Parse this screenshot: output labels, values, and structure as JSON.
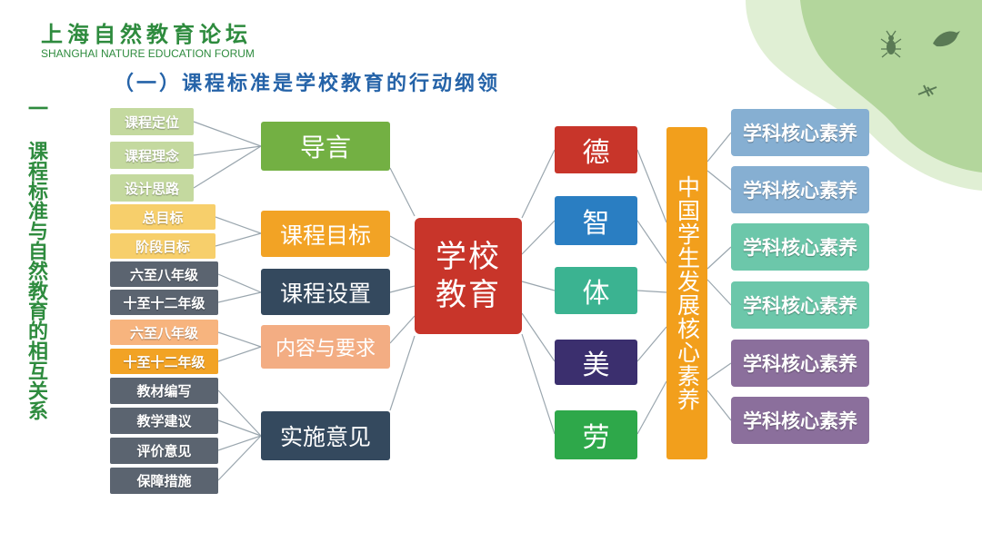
{
  "header": {
    "forum_name_cn": "上海自然教育论坛",
    "forum_name_en": "SHANGHAI NATURE EDUCATION FORUM",
    "section_title": "（一）课程标准是学校教育的行动纲领"
  },
  "side_title": "一 课程标准与自然教育的相互关系",
  "center": "学校 教育",
  "core_bar": "中国学生发展核心素养",
  "left_groups": [
    {
      "title": "导言",
      "items": [
        "课程定位",
        "课程理念",
        "设计思路"
      ]
    },
    {
      "title": "课程目标",
      "items": [
        "总目标",
        "阶段目标"
      ]
    },
    {
      "title": "课程设置",
      "items": [
        "六至八年级",
        "十至十二年级"
      ]
    },
    {
      "title": "内容与要求",
      "items": [
        "六至八年级",
        "十至十二年级"
      ]
    },
    {
      "title": "实施意见",
      "items": [
        "教材编写",
        "教学建议",
        "评价意见",
        "保障措施"
      ]
    }
  ],
  "virtues": [
    "德",
    "智",
    "体",
    "美",
    "劳"
  ],
  "competencies": [
    "学科核心素养",
    "学科核心素养",
    "学科核心素养",
    "学科核心素养",
    "学科核心素养",
    "学科核心素养"
  ],
  "colors": {
    "green_dark": "#2e7d32",
    "green": "#73b043",
    "green_light": "#c4d99f",
    "orange": "#f2a325",
    "yellow_light": "#f7cf6b",
    "navy": "#34495e",
    "navy_light": "#5b6470",
    "salmon": "#f3ad83",
    "salmon_light": "#f7b47e",
    "red": "#c8352a",
    "blue": "#2a7ec2",
    "teal": "#3bb391",
    "purple": "#3b2f6e",
    "green_virtue": "#2ea84a",
    "core_bar": "#f29f1c",
    "comp_blue": "#86afd2",
    "comp_teal": "#6cc7aa",
    "comp_purple": "#8b6f9c",
    "blob": "#b7d8a1",
    "text_green": "#2e8b3e",
    "text_blue": "#2563a8"
  }
}
